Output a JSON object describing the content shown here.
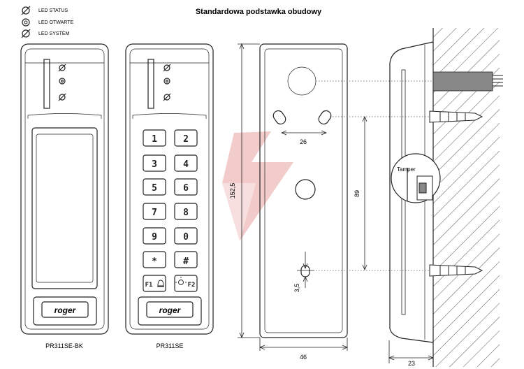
{
  "title": "Standardowa podstawka obudowy",
  "legend": [
    {
      "icon": "led-status-icon",
      "label": "LED STATUS"
    },
    {
      "icon": "led-open-icon",
      "label": "LED OTWARTE"
    },
    {
      "icon": "led-system-icon",
      "label": "LED SYSTEM"
    }
  ],
  "devices": [
    {
      "caption": "PR311SE-BK",
      "brand": "roger"
    },
    {
      "caption": "PR311SE",
      "brand": "roger"
    }
  ],
  "keypad": [
    "1",
    "2",
    "3",
    "4",
    "5",
    "6",
    "7",
    "8",
    "9",
    "0",
    "*",
    "#",
    "F1",
    "F2"
  ],
  "dimensions": {
    "height": "152,5",
    "width": "46",
    "depth": "23",
    "hole_spacing_h": "26",
    "hole_spacing_v": "89",
    "hole_offset": "3,5"
  },
  "callout": "Tamper",
  "colors": {
    "line": "#222222",
    "watermark": "#e8b3b3",
    "wall_hatch": "#555555"
  }
}
